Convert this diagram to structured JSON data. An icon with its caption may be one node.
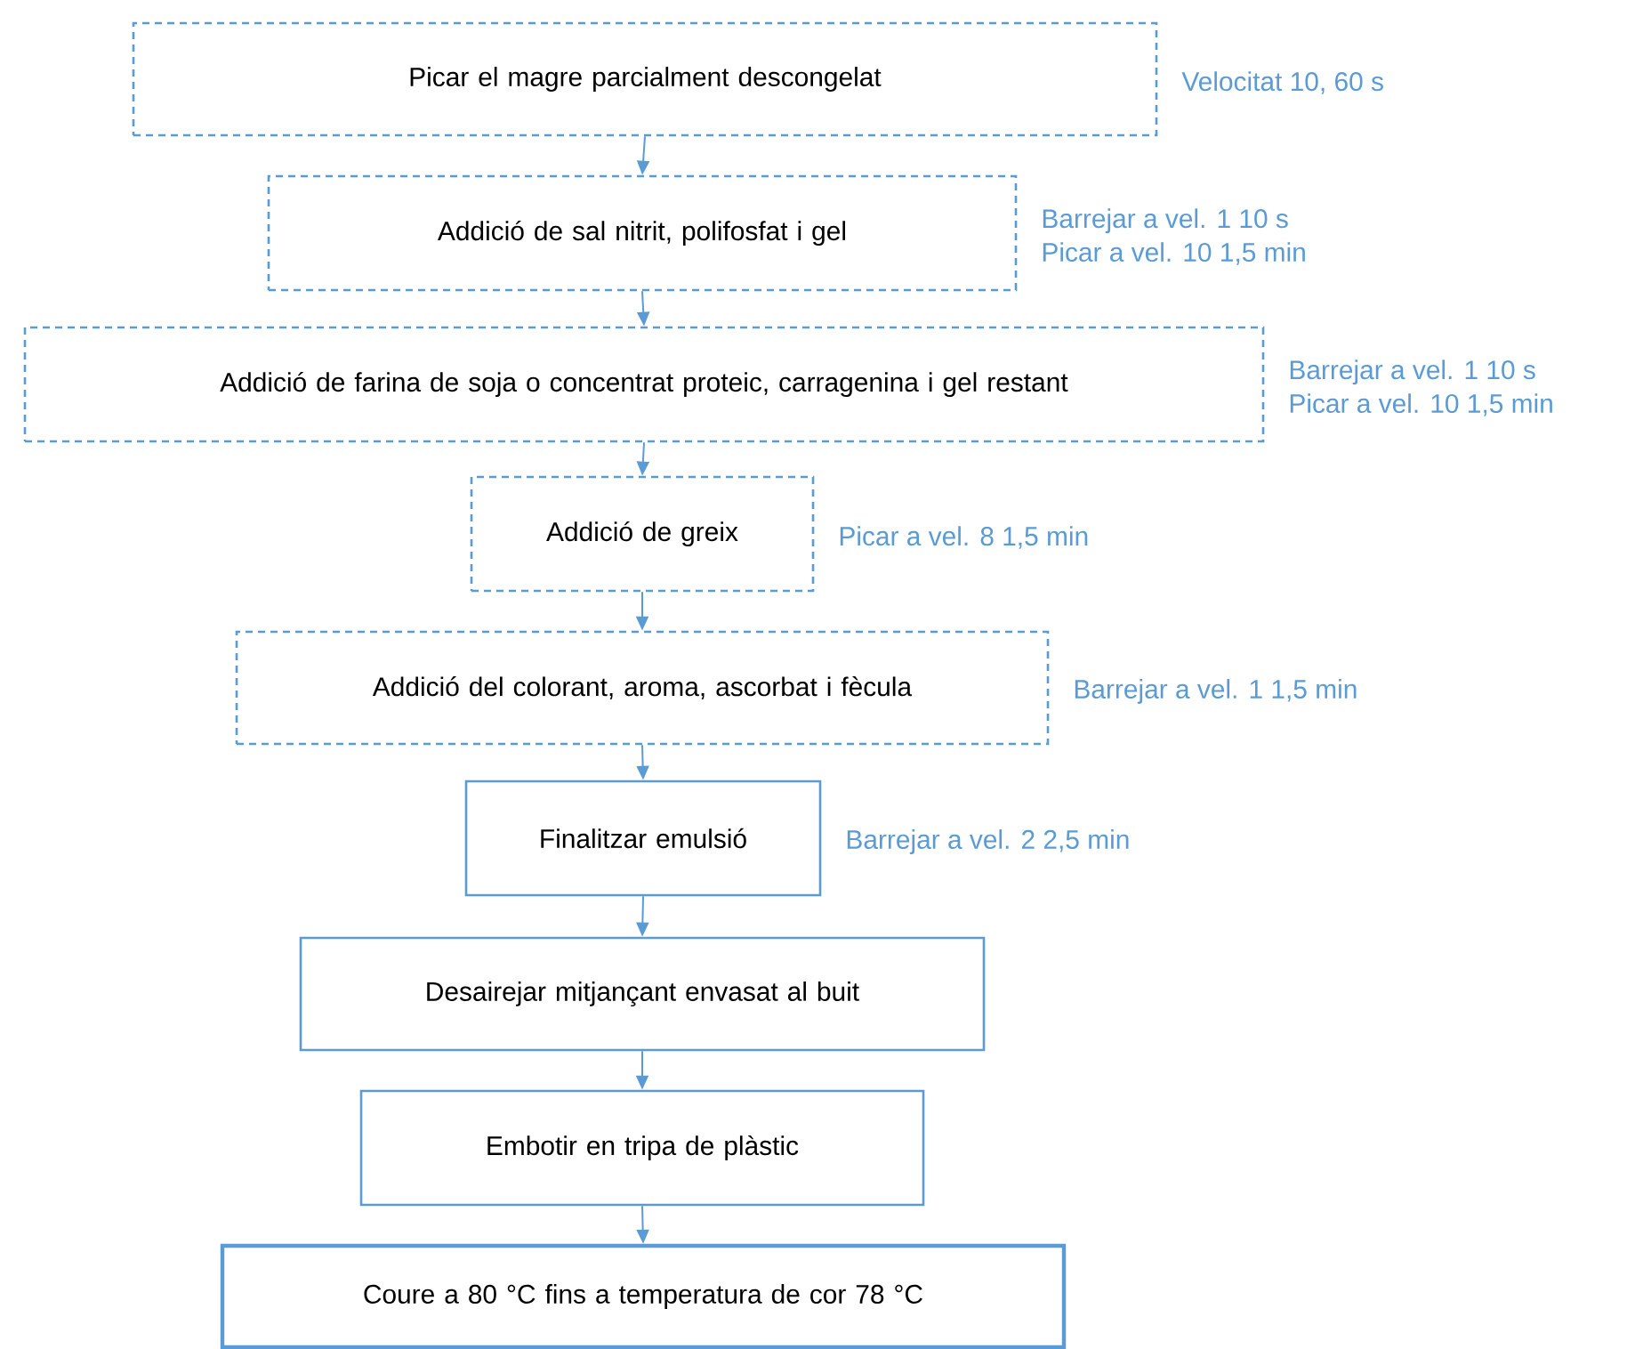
{
  "diagram": {
    "nodes": [
      {
        "text": [
          "Picar el magre parcialment descongelat"
        ],
        "beside": [
          "Velocitat 10, 60 s"
        ]
      },
      {
        "text": [
          "Addició de sal nitrit, polifosfat i gel"
        ],
        "beside": [
          "Barrejar a vel. 1 10 s",
          "Picar a vel. 10 1,5 min"
        ]
      },
      {
        "text": [
          "Addició de farina de soja o concentrat proteic, carragenina i gel restant"
        ],
        "beside": [
          "Barrejar a vel. 1 10 s",
          "Picar a vel. 10 1,5 min"
        ]
      },
      {
        "text": [
          "Addició de greix"
        ],
        "beside": [
          "Picar a vel. 8 1,5 min"
        ]
      },
      {
        "text": [
          "Addició del colorant, aroma, ascorbat i fècula"
        ],
        "beside": [
          "Barrejar a vel. 1 1,5 min"
        ]
      },
      {
        "text": [
          "Finalitzar emulsió"
        ],
        "beside": [
          "Barrejar a vel. 2 2,5 min"
        ]
      },
      {
        "text": [
          "Desairejar mitjançant envasat al buit"
        ]
      },
      {
        "text": [
          "Embotir en tripa de plàstic"
        ]
      },
      {
        "text": [
          "Coure a 80 °C fins a temperatura de cor 78 °C"
        ]
      }
    ],
    "edges": [
      {
        "from": 0,
        "to": 1,
        "arrow": "to"
      },
      {
        "from": 1,
        "to": 2,
        "arrow": "to"
      },
      {
        "from": 2,
        "to": 3,
        "arrow": "to"
      },
      {
        "from": 3,
        "to": 4,
        "arrow": "to"
      },
      {
        "from": 4,
        "to": 5,
        "arrow": "to"
      },
      {
        "from": 5,
        "to": 6,
        "arrow": "to"
      },
      {
        "from": 6,
        "to": 7,
        "arrow": "to"
      },
      {
        "from": 7,
        "to": 8,
        "arrow": "to"
      }
    ]
  }
}
